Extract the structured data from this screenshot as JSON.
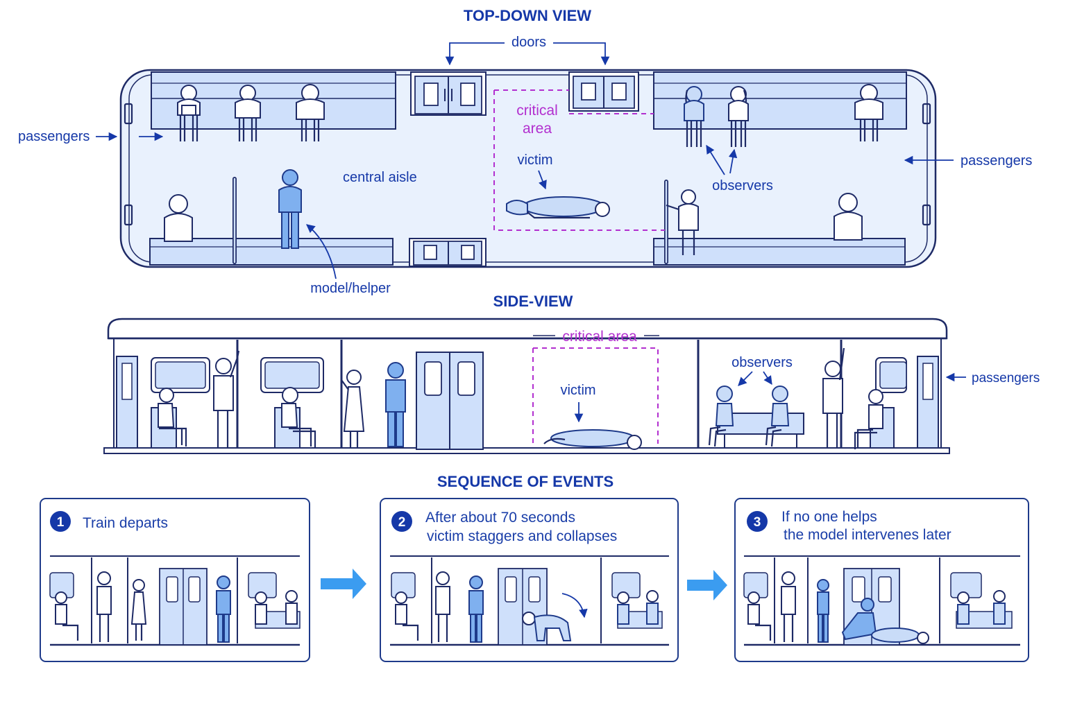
{
  "top_view": {
    "heading": "TOP-DOWN VIEW",
    "doors_label": "doors",
    "passengers_left": "passengers",
    "passengers_right": "passengers",
    "central_aisle": "central aisle",
    "critical_line1": "critical",
    "critical_line2": "area",
    "victim": "victim",
    "observers": "observers",
    "model_helper": "model/helper"
  },
  "side_view": {
    "heading": "SIDE-VIEW",
    "critical_area": "critical area",
    "victim": "victim",
    "observers": "observers",
    "passengers": "passengers"
  },
  "sequence": {
    "heading": "SEQUENCE OF EVENTS",
    "steps": [
      {
        "number": "1",
        "line1": "Train departs",
        "line2": ""
      },
      {
        "number": "2",
        "line1": "After about 70 seconds",
        "line2": "victim staggers and collapses"
      },
      {
        "number": "3",
        "line1": "If no one helps",
        "line2": "the model intervenes later"
      }
    ]
  },
  "colors": {
    "accent": "#1538a8",
    "critical": "#b22fcf",
    "seat": "#cfe0fb",
    "highlight_person": "#7fb0ef",
    "arrow": "#3b9cf0"
  }
}
